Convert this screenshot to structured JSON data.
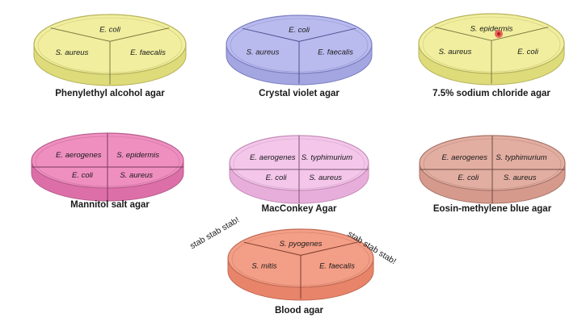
{
  "plates": [
    {
      "id": "pea",
      "label": "Phenylethyl alcohol agar",
      "layout": "y",
      "colors": {
        "fill": "#f1ef9f",
        "edge": "#b6b35b",
        "side": "#dedb7a",
        "line": "#7d7b40"
      },
      "sections": [
        "E. coli",
        "S. aureus",
        "E. faecalis"
      ]
    },
    {
      "id": "cv",
      "label": "Crystal violet agar",
      "layout": "y",
      "colors": {
        "fill": "#b9bbee",
        "edge": "#7a7dbf",
        "side": "#a3a6e0",
        "line": "#4e5192"
      },
      "sections": [
        "E. coli",
        "S. aureus",
        "E. faecalis"
      ]
    },
    {
      "id": "nacl",
      "label": "7.5% sodium chloride agar",
      "layout": "y",
      "colors": {
        "fill": "#f1ef9f",
        "edge": "#b6b35b",
        "side": "#dedb7a",
        "line": "#7d7b40"
      },
      "sections": [
        "S. epidermis",
        "S. aureus",
        "E. coli"
      ]
    },
    {
      "id": "msa",
      "label": "Mannitol salt agar",
      "layout": "quad",
      "colors": {
        "fill": "#ef8fc0",
        "edge": "#b65d8c",
        "side": "#dd6fa8",
        "line": "#7a3a5d"
      },
      "sections": [
        "E. aerogenes",
        "S. epidermis",
        "E. coli",
        "S. aureus"
      ]
    },
    {
      "id": "mac",
      "label": "MacConkey Agar",
      "layout": "quad",
      "colors": {
        "fill": "#f3c6ea",
        "edge": "#c48eb8",
        "side": "#e8aedb",
        "line": "#7d5674"
      },
      "sections": [
        "E. aerogenes",
        "S. typhimurium",
        "E. coli",
        "S. aureus"
      ]
    },
    {
      "id": "emb",
      "label": "Eosin-methylene blue agar",
      "layout": "quad",
      "colors": {
        "fill": "#e3aea2",
        "edge": "#a8766b",
        "side": "#d69a8d",
        "line": "#6e4a42"
      },
      "sections": [
        "E. aerogenes",
        "S. typhimurium",
        "E. coli",
        "S. aureus"
      ]
    },
    {
      "id": "blood",
      "label": "Blood agar",
      "layout": "y",
      "colors": {
        "fill": "#f39e86",
        "edge": "#c06a54",
        "side": "#e8846a",
        "line": "#7d3d2d"
      },
      "sections": [
        "S. pyogenes",
        "S. mitis",
        "E. faecalis"
      ]
    }
  ],
  "annotations": {
    "stab_left": "stab stab stab!",
    "stab_right": "stab stab stab!"
  }
}
